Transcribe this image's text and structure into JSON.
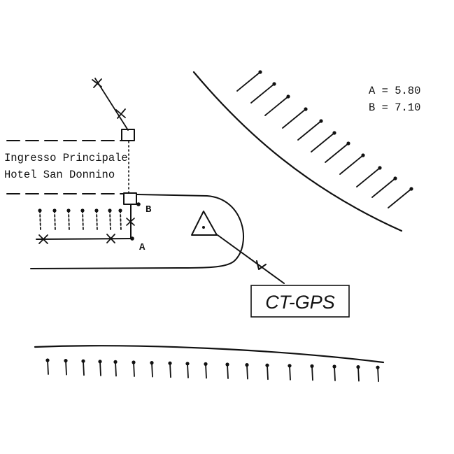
{
  "legend": {
    "a_line": "A = 5.80",
    "b_line": "B = 7.10"
  },
  "entrance": {
    "line1": "Ingresso Principale",
    "line2": "Hotel San Donnino"
  },
  "points": {
    "a": "A",
    "b": "B"
  },
  "station": {
    "label": "CT-GPS"
  },
  "colors": {
    "ink": "#111111",
    "paper": "#ffffff"
  }
}
